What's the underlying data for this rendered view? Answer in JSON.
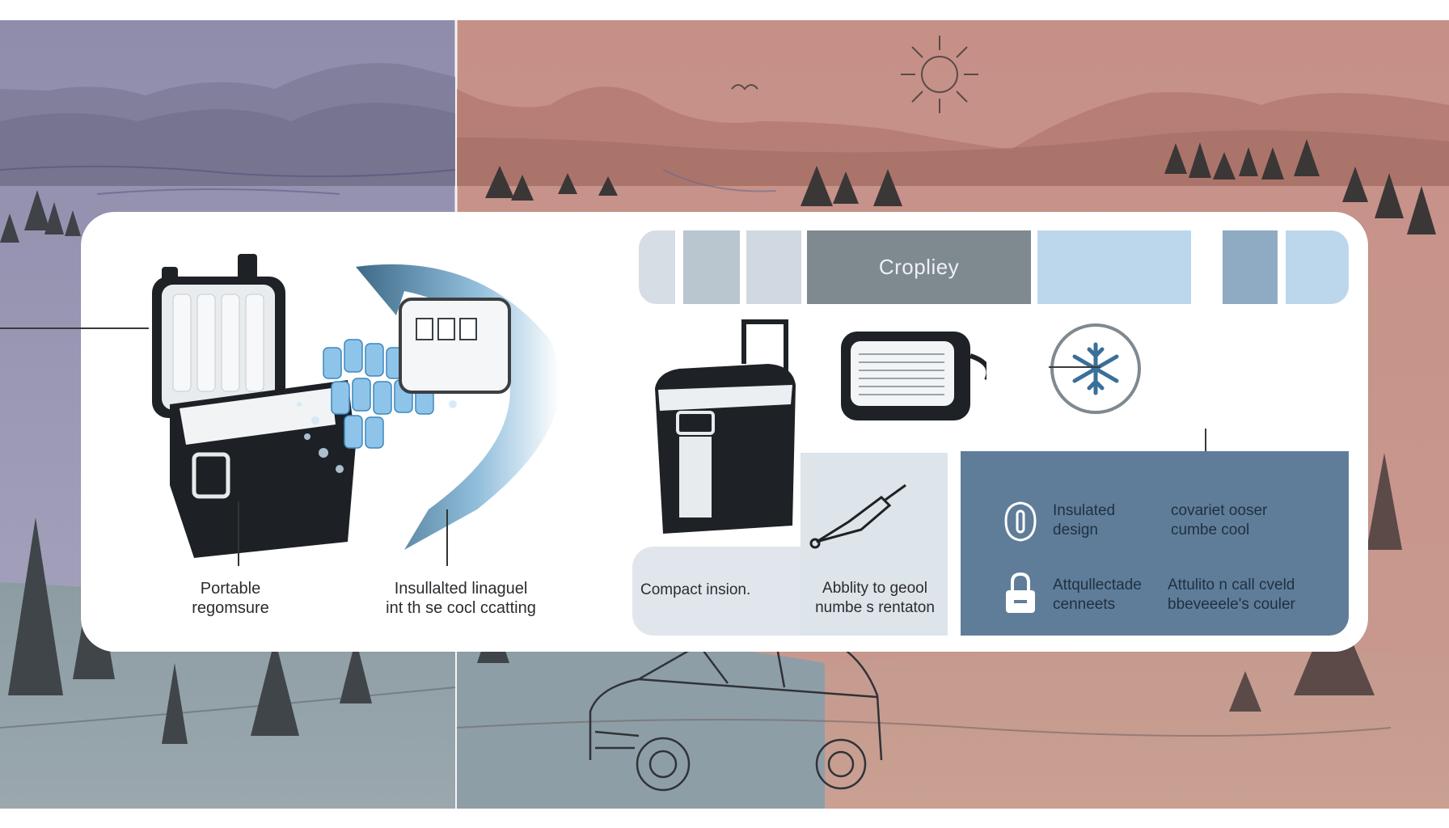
{
  "header": {
    "title": "Cropliey"
  },
  "left_captions": {
    "portable": [
      "Portable",
      "regomsure"
    ],
    "insulated": [
      "Insullalted linaguel",
      "int th se cocl ccatting"
    ]
  },
  "middle_captions": {
    "compact": "Compact insion.",
    "ability": [
      "Abblity to geool",
      "numbe s rentaton"
    ]
  },
  "features": {
    "insulated_design": [
      "Insulated",
      "design"
    ],
    "covariet": [
      "covariet ooser",
      "cumbe cool"
    ],
    "adjustable": [
      "Attqullectade",
      "cenneets"
    ],
    "ability_cool": [
      "Attulito n call cveld",
      "bbeveeele's couler"
    ]
  },
  "icons": {
    "snowflake": "snowflake-icon",
    "thermometer": "thermometer-icon",
    "lock": "lock-icon",
    "sun": "sun-icon",
    "car": "car-icon"
  },
  "colors": {
    "bg_left": "#9a97b4",
    "bg_right": "#c8938a",
    "swatch_1": "#d6dde4",
    "swatch_2": "#b9c5cf",
    "swatch_3": "#d0d9e1",
    "swatch_title": "#7f8990",
    "swatch_5": "#bcd7ec",
    "swatch_6": "#8fabc4",
    "swatch_7": "#bcd7ec",
    "feature_panel": "#5f7d99",
    "middle_panel": "#dfe5ea"
  }
}
